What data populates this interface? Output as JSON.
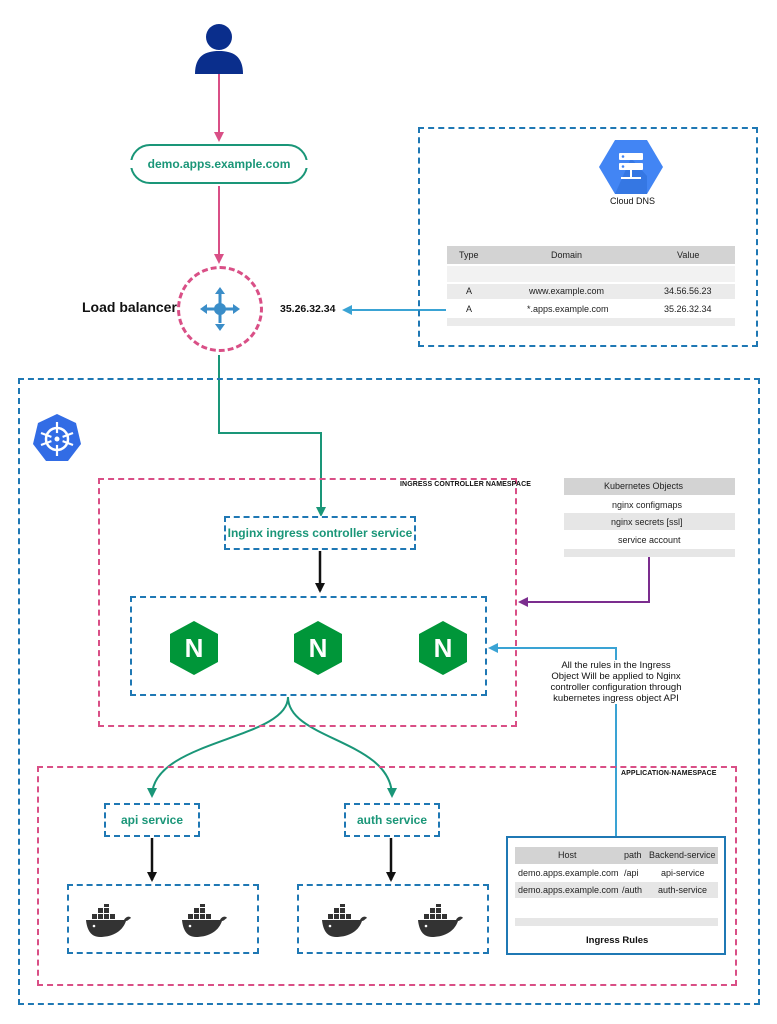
{
  "user": {
    "icon": "user-icon"
  },
  "domain_pill": {
    "label": "demo.apps.example.com"
  },
  "load_balancer": {
    "label": "Load balancer",
    "ip": "35.26.32.34",
    "icon": "load-balancer-icon"
  },
  "cloud_dns": {
    "title": "Cloud DNS",
    "icon": "cloud-dns-icon",
    "table": {
      "headers": [
        "Type",
        "Domain",
        "Value"
      ],
      "rows": [
        [
          "A",
          "www.example.com",
          "34.56.56.23"
        ],
        [
          "A",
          "*.apps.example.com",
          "35.26.32.34"
        ]
      ]
    }
  },
  "kubernetes": {
    "icon": "kubernetes-icon"
  },
  "ingress_namespace": {
    "label": "INGRESS CONTROLLER NAMESPACE",
    "service_label": "Inginx ingress controller service",
    "pods": [
      "N",
      "N",
      "N"
    ]
  },
  "k8s_objects": {
    "header": "Kubernetes Objects",
    "items": [
      "nginx configmaps",
      "nginx secrets [ssl]",
      "service account"
    ]
  },
  "rules_note": "All the rules in the Ingress Object Will be applied to Nginx controller configuration through kubernetes ingress object API",
  "app_namespace": {
    "label": "APPLICATION-NAMESPACE",
    "api_service": "api service",
    "auth_service": "auth service"
  },
  "ingress_rules": {
    "title": "Ingress Rules",
    "headers": [
      "Host",
      "path",
      "Backend-service"
    ],
    "rows": [
      [
        "demo.apps.example.com",
        "/api",
        "api-service"
      ],
      [
        "demo.apps.example.com",
        "/auth",
        "auth-service"
      ]
    ]
  },
  "colors": {
    "blue": "#1f78b4",
    "pink": "#d94f86",
    "green": "#1a9678",
    "purple": "#7b2d8e",
    "light_blue": "#3aa3d4",
    "nginx": "#009639"
  }
}
